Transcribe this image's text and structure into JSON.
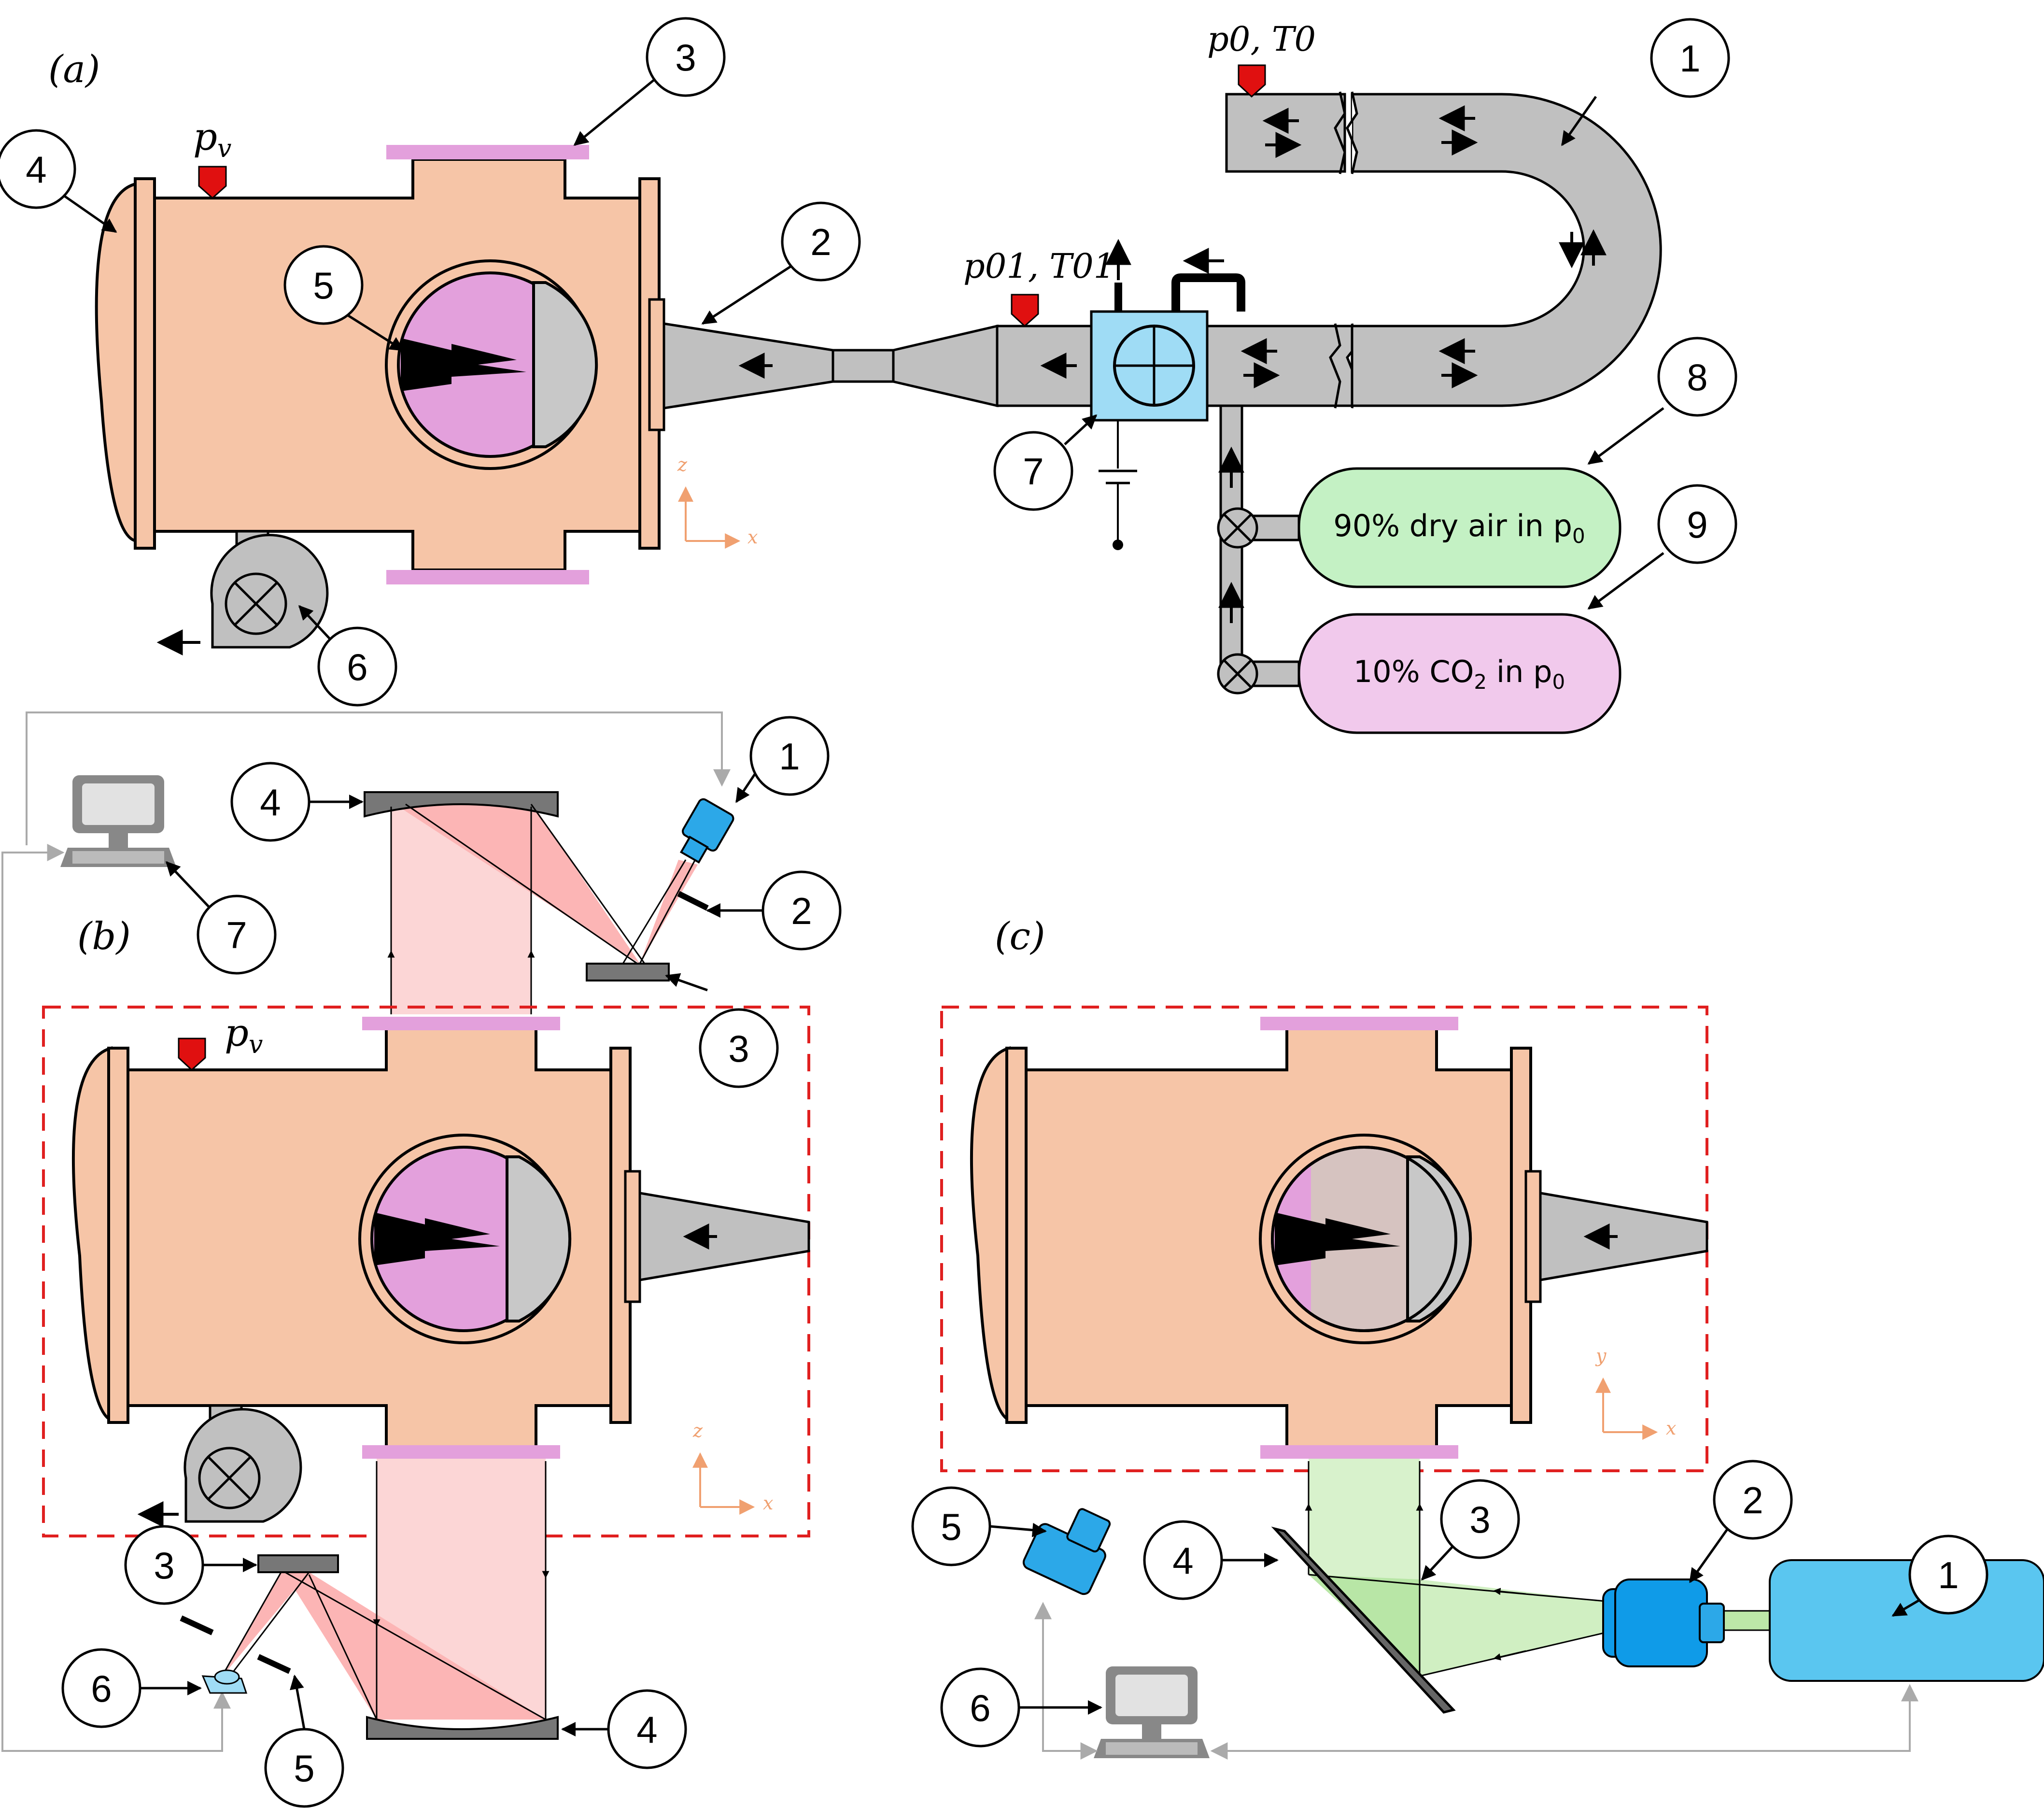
{
  "panels": {
    "a": "(a)",
    "b": "(b)",
    "c": "(c)"
  },
  "probes": {
    "pv": "p",
    "pv_sub": "v",
    "p0_T0": "p0, T0",
    "p01_T01": "p01, T01"
  },
  "tanks": {
    "dry_air": {
      "text": "90% dry air in p",
      "sub": "0"
    },
    "co2": {
      "text": "10% CO",
      "sub1": "2",
      "text2": " in p",
      "sub2": "0"
    }
  },
  "axes": {
    "a": {
      "vertical": "z",
      "horizontal": "x"
    },
    "b": {
      "vertical": "z",
      "horizontal": "x"
    },
    "c": {
      "vertical": "y",
      "horizontal": "x"
    }
  },
  "callouts": {
    "a": [
      "1",
      "2",
      "3",
      "4",
      "5",
      "6",
      "7",
      "8",
      "9"
    ],
    "b": [
      "1",
      "2",
      "3",
      "4",
      "7",
      "3",
      "6",
      "5",
      "4"
    ],
    "c": [
      "1",
      "2",
      "3",
      "4",
      "5",
      "6"
    ]
  },
  "colors": {
    "chamber": "#f6c5a7",
    "window": "#e3a0dc",
    "pipe": "#c0c0c0",
    "sensor": "#9fdcf5",
    "dry_air_tank": "#c4f1c4",
    "co2_tank": "#f1c9ec",
    "beam_red": "#fcd6d6",
    "beam_green": "#d8f2cc",
    "laser": "#5ac6f0",
    "probe": "#e01010",
    "frame": "#e02020"
  }
}
